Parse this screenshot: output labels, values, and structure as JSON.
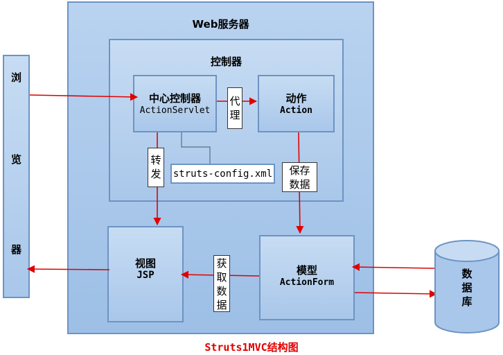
{
  "browser": {
    "chars": [
      "浏",
      "览",
      "器"
    ]
  },
  "web_server": {
    "title": "Web服务器"
  },
  "controller": {
    "title": "控制器",
    "central": {
      "title": "中心控制器",
      "name": "ActionServlet"
    },
    "action": {
      "title": "动作",
      "name": "Action"
    },
    "config": "struts-config.xml"
  },
  "view": {
    "title": "视图",
    "name": "JSP"
  },
  "model": {
    "title": "模型",
    "name": "ActionForm"
  },
  "database": {
    "chars": [
      "数",
      "据",
      "库"
    ]
  },
  "edge_labels": {
    "delegate": [
      "代",
      "理"
    ],
    "forward": [
      "转",
      "发"
    ],
    "save_data": [
      "保存",
      "数据"
    ],
    "get_data": [
      "获",
      "取",
      "数",
      "据"
    ]
  },
  "caption": "Struts1MVC结构图",
  "colors": {
    "arrow": "#e00000",
    "box_border": "#6d93c3",
    "box_fill": "#b9d3f0"
  }
}
